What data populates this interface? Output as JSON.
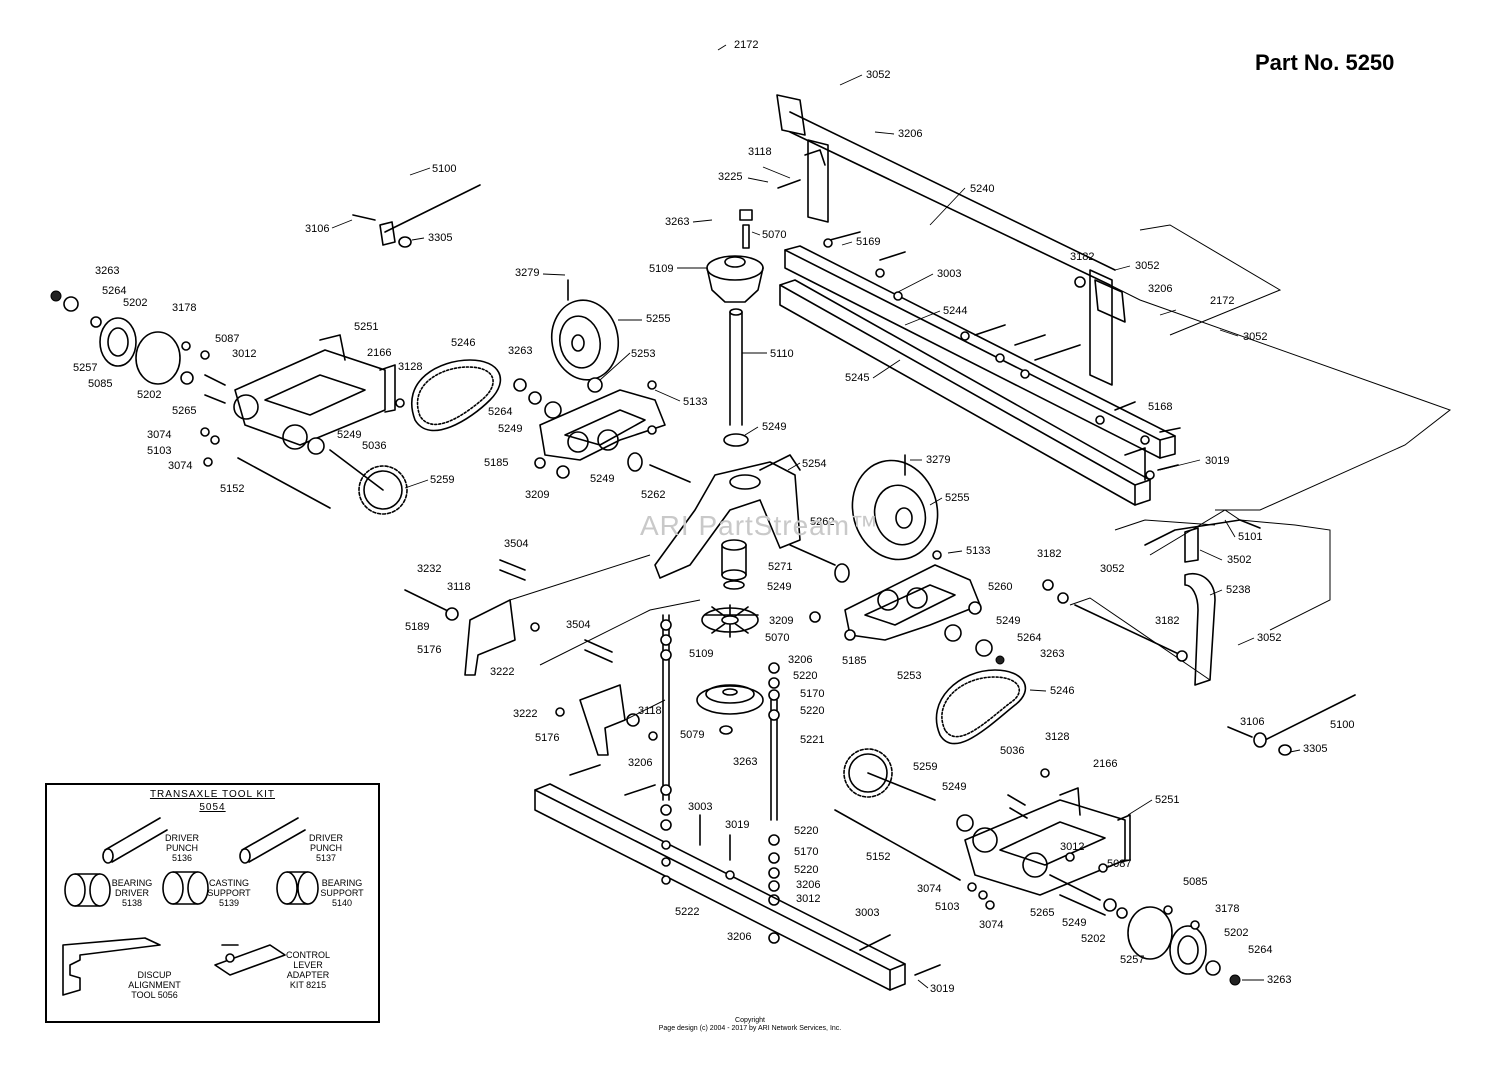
{
  "header": {
    "part_number": "Part No. 5250"
  },
  "watermark": "ARI PartStream™",
  "copyright": {
    "line1": "Copyright",
    "line2": "Page design (c) 2004 - 2017 by ARI Network Services, Inc."
  },
  "toolkit": {
    "title": "TRANSAXLE TOOL KIT",
    "number": "5054",
    "items": {
      "driver_punch_5136": "DRIVER PUNCH 5136",
      "driver_punch_5137": "DRIVER PUNCH 5137",
      "bearing_driver": "BEARING DRIVER 5138",
      "casting_support": "CASTING SUPPORT 5139",
      "bearing_support": "BEARING SUPPORT 5140",
      "discup_tool": "DISCUP ALIGNMENT TOOL 5056",
      "control_lever": "CONTROL LEVER ADAPTER KIT 8215"
    }
  },
  "callouts": {
    "c2172a": "2172",
    "c3052a": "3052",
    "c3206a": "3206",
    "c3118a": "3118",
    "c3225": "3225",
    "c5240": "5240",
    "c3263a": "3263",
    "c5070a": "5070",
    "c5169": "5169",
    "c5109a": "5109",
    "c3279a": "3279",
    "c5255a": "5255",
    "c3003a": "3003",
    "c3182a": "3182",
    "c3052b": "3052",
    "c3206b": "3206",
    "c2172b": "2172",
    "c3052c": "3052",
    "c5244": "5244",
    "c5110": "5110",
    "c5245": "5245",
    "c5168": "5168",
    "c3019a": "3019",
    "c5100a": "5100",
    "c3106a": "3106",
    "c3305a": "3305",
    "c3263b": "3263",
    "c5264a": "5264",
    "c5202a": "5202",
    "c3178a": "3178",
    "c5251a": "5251",
    "c5087a": "5087",
    "c3012a": "3012",
    "c5257a": "5257",
    "c5085a": "5085",
    "c2166a": "2166",
    "c3128a": "3128",
    "c5246a": "5246",
    "c3263c": "3263",
    "c5253a": "5253",
    "c5133a": "5133",
    "c5202b": "5202",
    "c5265a": "5265",
    "c5264b": "5264",
    "c5249a": "5249",
    "c3074a": "3074",
    "c5249b": "5249",
    "c5103a": "5103",
    "c5036a": "5036",
    "c3074b": "3074",
    "c5185a": "5185",
    "c5249c": "5249",
    "c5254": "5254",
    "c5152a": "5152",
    "c5259a": "5259",
    "c3209a": "3209",
    "c5262a": "5262",
    "c3279b": "3279",
    "c5255b": "5255",
    "c5101": "5101",
    "c5262b": "5262",
    "c3502": "3502",
    "c3504a": "3504",
    "c5271": "5271",
    "c5133b": "5133",
    "c3182b": "3182",
    "c3052d": "3052",
    "c3232": "3232",
    "c5249d": "5249",
    "c5238": "5238",
    "c3118b": "3118",
    "c5260": "5260",
    "c5189": "5189",
    "c3209b": "3209",
    "c3182c": "3182",
    "c5249e": "5249",
    "c3052e": "3052",
    "c5176a": "5176",
    "c3504b": "3504",
    "c5070b": "5070",
    "c5264c": "5264",
    "c3222a": "3222",
    "c5109b": "5109",
    "c3206c": "3206",
    "c5185b": "5185",
    "c5253b": "5253",
    "c3263d": "3263",
    "c5220a": "5220",
    "c5170a": "5170",
    "c5246b": "5246",
    "c5220b": "5220",
    "c3222b": "3222",
    "c3118c": "3118",
    "c5176b": "5176",
    "c5079": "5079",
    "c5221": "5221",
    "c3106b": "3106",
    "c5100b": "5100",
    "c3206d": "3206",
    "c3263e": "3263",
    "c3305b": "3305",
    "c5036b": "5036",
    "c3128b": "3128",
    "c2166b": "2166",
    "c5259b": "5259",
    "c5249f": "5249",
    "c5251b": "5251",
    "c3003b": "3003",
    "c3019b": "3019",
    "c5220c": "5220",
    "c5170b": "5170",
    "c3012b": "3012",
    "c5087b": "5087",
    "c5220d": "5220",
    "c5152b": "5152",
    "c3206e": "3206",
    "c3074c": "3074",
    "c3012c": "3012",
    "c5103b": "5103",
    "c5085b": "5085",
    "c3074d": "3074",
    "c5265b": "5265",
    "c5249g": "5249",
    "c5222": "5222",
    "c3003c": "3003",
    "c5202c": "5202",
    "c3178b": "3178",
    "c5202d": "5202",
    "c3206f": "3206",
    "c5264d": "5264",
    "c5257b": "5257",
    "c3019c": "3019",
    "c3263f": "3263"
  }
}
